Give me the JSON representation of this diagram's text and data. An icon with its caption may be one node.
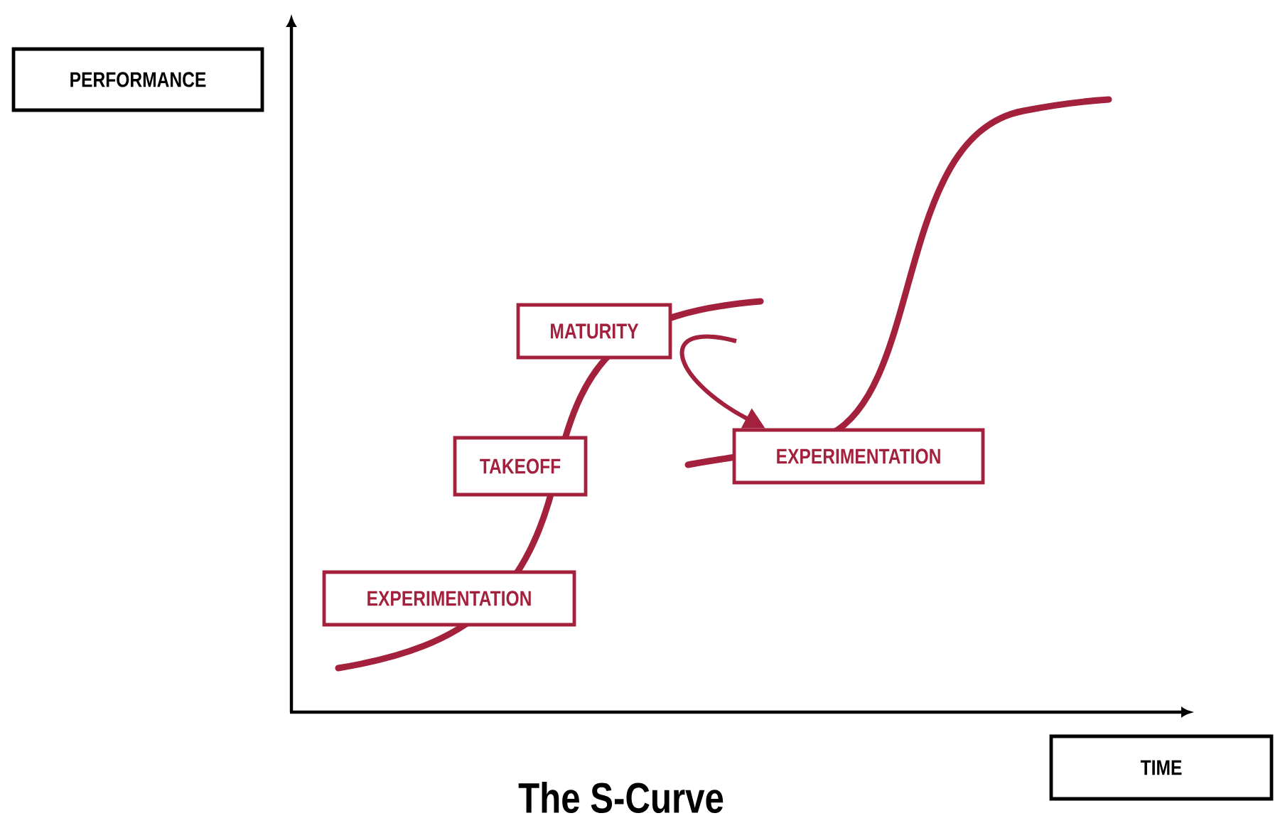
{
  "diagram": {
    "title": "The S-Curve",
    "nodes": [
      {
        "text": [
          "PERFORMANCE"
        ]
      },
      {
        "text": [
          "MATURITY"
        ]
      },
      {
        "text": [
          "EXPERIMENTATION"
        ]
      },
      {
        "text": [
          "TAKEOFF"
        ]
      },
      {
        "text": [
          "EXPERIMENTATION"
        ]
      },
      {
        "text": [
          "TIME"
        ]
      }
    ],
    "edges": [
      {
        "from": null,
        "to": 2,
        "arrow": "to",
        "color": "#a3213c"
      }
    ]
  }
}
